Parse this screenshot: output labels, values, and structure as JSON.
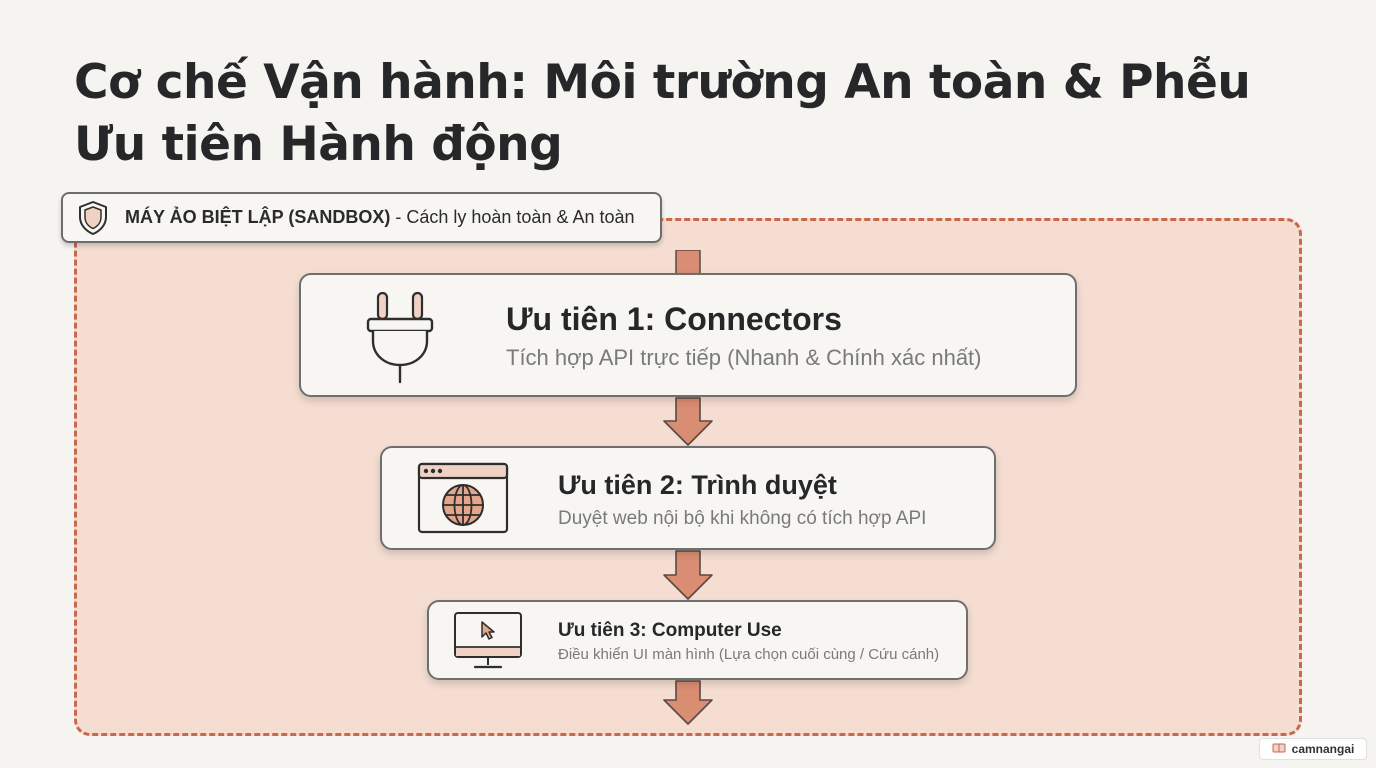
{
  "title": "Cơ chế Vận hành: Môi trường An toàn & Phễu Ưu tiên Hành động",
  "sandbox": {
    "label_bold": "MÁY ẢO BIỆT LẬP (SANDBOX)",
    "label_rest": " - Cách ly hoàn toàn & An toàn",
    "icon": "shield-icon"
  },
  "priorities": [
    {
      "heading": "Ưu tiên 1: Connectors",
      "description": "Tích hợp API trực tiếp (Nhanh & Chính xác nhất)",
      "icon": "plug-icon"
    },
    {
      "heading": "Ưu tiên 2: Trình duyệt",
      "description": "Duyệt web nội bộ khi không có tích hợp API",
      "icon": "browser-globe-icon"
    },
    {
      "heading": "Ưu tiên 3: Computer Use",
      "description": "Điều khiển UI màn hình (Lựa chọn cuối cùng / Cứu cánh)",
      "icon": "monitor-cursor-icon"
    }
  ],
  "watermark": "camnangai",
  "colors": {
    "background": "#f6f4f0",
    "sandbox_fill": "#f5ddd1",
    "sandbox_border": "#c8694e",
    "arrow_fill": "#d98d72",
    "card_fill": "#f7f6f3",
    "card_border": "#6f6f6f"
  }
}
